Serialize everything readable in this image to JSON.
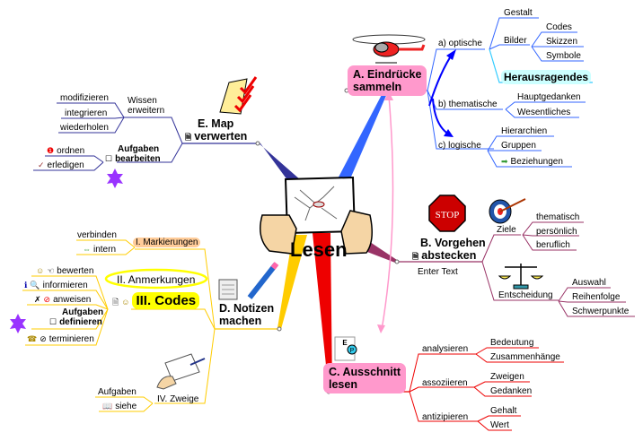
{
  "center": {
    "label": "Lesen"
  },
  "branches": {
    "A": {
      "label_line1": "A. Eindrücke",
      "label_line2": "sammeln",
      "color": "#3366ff",
      "children": {
        "optische": {
          "label": "a) optische",
          "children": {
            "gestalt": "Gestalt",
            "bilder": "Bilder",
            "bilder_children": [
              "Codes",
              "Skizzen",
              "Symbole"
            ],
            "herausragendes": "Herausragendes"
          }
        },
        "thematische": {
          "label": "b) thematische",
          "children": [
            "Hauptgedanken",
            "Wesentliches"
          ]
        },
        "logische": {
          "label": "c) logische",
          "children": [
            "Hierarchien",
            "Gruppen",
            "Beziehungen"
          ]
        }
      }
    },
    "B": {
      "label_line1": "B. Vorgehen",
      "label_line2": "abstecken",
      "note": "Enter Text",
      "color": "#993366",
      "ziele": {
        "label": "Ziele",
        "children": [
          "thematisch",
          "persönlich",
          "beruflich"
        ]
      },
      "entscheidung": {
        "label": "Entscheidung",
        "children": [
          "Auswahl",
          "Reihenfolge",
          "Schwerpunkte"
        ]
      }
    },
    "C": {
      "label_line1": "C.  Ausschnitt",
      "label_line2": "lesen",
      "color": "#ee0000",
      "analysieren": {
        "label": "analysieren",
        "children": [
          "Bedeutung",
          "Zusammenhänge"
        ]
      },
      "assoziieren": {
        "label": "assoziieren",
        "children": [
          "Zweigen",
          "Gedanken"
        ]
      },
      "antizipieren": {
        "label": "antizipieren",
        "children": [
          "Gehalt",
          "Wert"
        ]
      }
    },
    "D": {
      "label_line1": "D. Notizen",
      "label_line2": "machen",
      "color": "#ffcc00",
      "markierungen": {
        "label": "I. Markierungen",
        "children": [
          "verbinden",
          "intern"
        ]
      },
      "anmerkungen": {
        "label": "II. Anmerkungen"
      },
      "codes": {
        "label": "III. Codes",
        "children": [
          "bewerten",
          "informieren",
          "anweisen",
          "Aufgaben",
          "definieren",
          "terminieren"
        ]
      },
      "zweige": {
        "label": "IV. Zweige",
        "children": [
          "Aufgaben",
          "siehe"
        ]
      }
    },
    "E": {
      "label_line1": "E.  Map",
      "label_line2": "verwerten",
      "color": "#333399",
      "wissen": {
        "label_line1": "Wissen",
        "label_line2": "erweitern",
        "children": [
          "modifizieren",
          "integrieren",
          "wiederholen"
        ]
      },
      "aufgaben": {
        "label_line1": "Aufgaben",
        "label_line2": "bearbeiten",
        "children": [
          "ordnen",
          "erledigen"
        ]
      }
    }
  }
}
